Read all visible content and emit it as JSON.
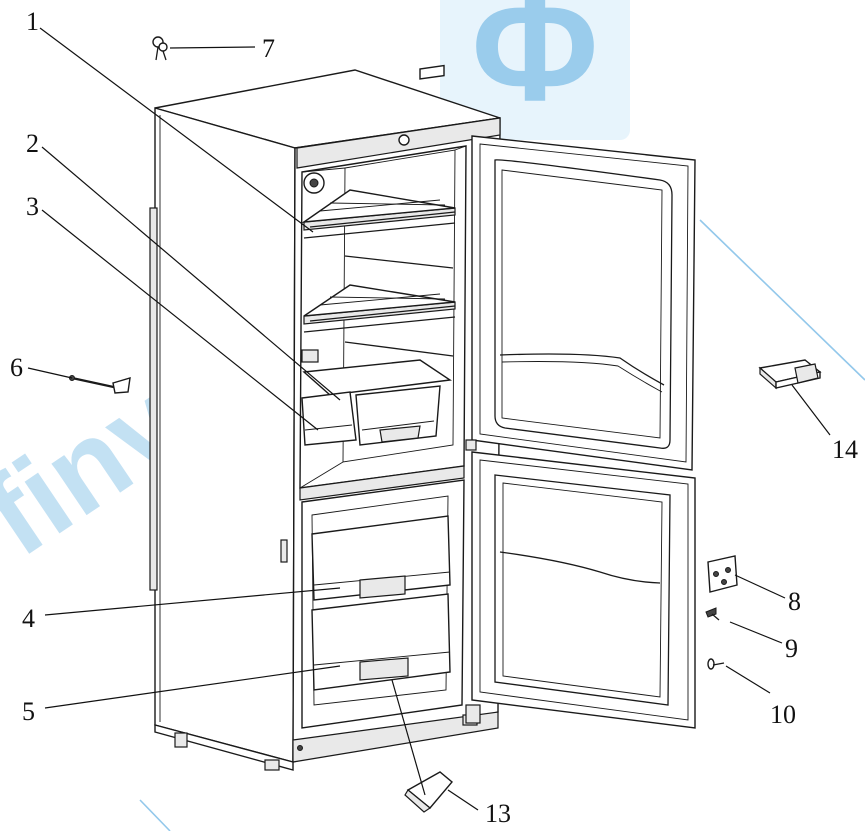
{
  "watermark": {
    "logo_letter": "Ф",
    "text": "finvest.ru",
    "color": "#6fb6e4"
  },
  "callouts": [
    {
      "id": "1",
      "label": "1"
    },
    {
      "id": "2",
      "label": "2"
    },
    {
      "id": "3",
      "label": "3"
    },
    {
      "id": "4",
      "label": "4"
    },
    {
      "id": "5",
      "label": "5"
    },
    {
      "id": "6",
      "label": "6"
    },
    {
      "id": "7",
      "label": "7"
    },
    {
      "id": "8",
      "label": "8"
    },
    {
      "id": "9",
      "label": "9"
    },
    {
      "id": "10",
      "label": "10"
    },
    {
      "id": "13",
      "label": "13"
    },
    {
      "id": "14",
      "label": "14"
    }
  ]
}
